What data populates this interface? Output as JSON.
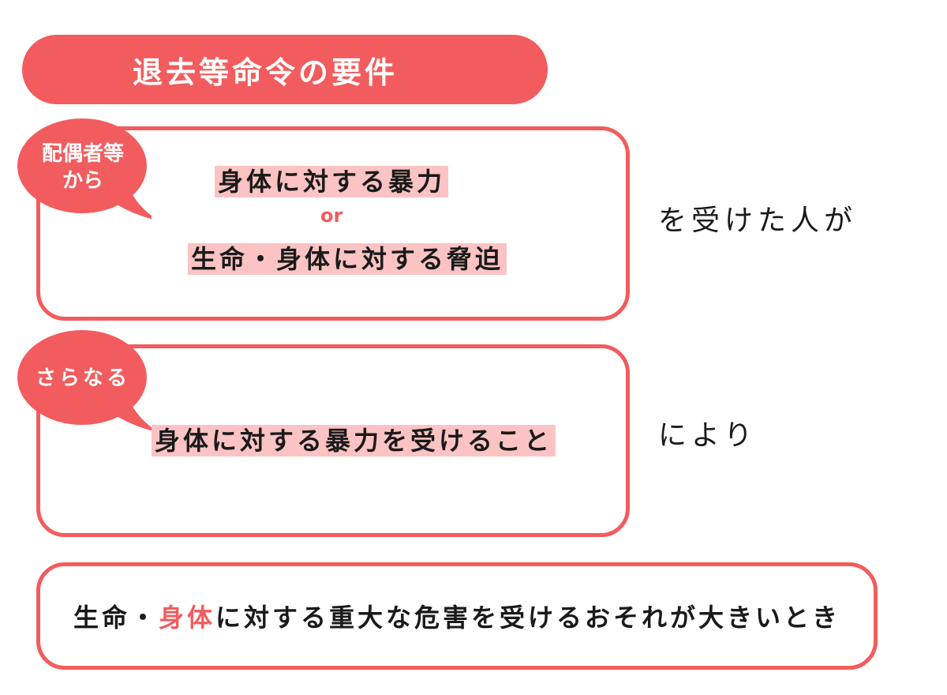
{
  "title": "退去等命令の要件",
  "colors": {
    "accent": "#f25c5e",
    "highlight": "#fbc3c3",
    "text": "#1a1a1a"
  },
  "box1": {
    "bubble_line1": "配偶者等",
    "bubble_line2": "から",
    "line1": "身体に対する暴力",
    "or": "or",
    "line2": "生命・身体に対する脅迫",
    "side": "を受けた人が"
  },
  "box2": {
    "bubble": "さらなる",
    "line1": "身体に対する暴力を受けること",
    "side": "により"
  },
  "box3": {
    "part1": "生命・",
    "part2_red": "身体",
    "part3": "に対する重大な危害を受けるおそれが大きいとき"
  }
}
